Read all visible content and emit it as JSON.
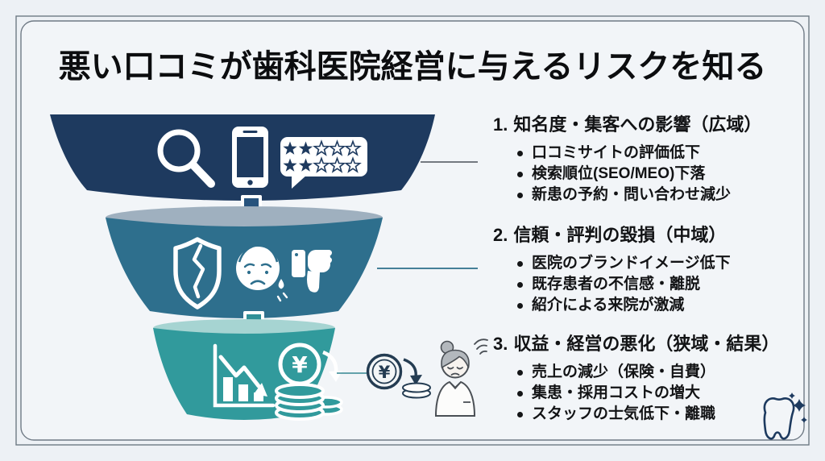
{
  "title": "悪い口コミが歯科医院経営に与えるリスクを知る",
  "sections": [
    {
      "number": "1.",
      "heading": "知名度・集客への影響（広域）",
      "bullets": [
        "口コミサイトの評価低下",
        "検索順位(SEO/MEO)下落",
        "新患の予約・問い合わせ減少"
      ]
    },
    {
      "number": "2.",
      "heading": "信頼・評判の毀損（中域）",
      "bullets": [
        "医院のブランドイメージ低下",
        "既存患者の不信感・離脱",
        "紹介による来院が激減"
      ]
    },
    {
      "number": "3.",
      "heading": "収益・経営の悪化（狭域・結果）",
      "bullets": [
        "売上の減少（保険・自費）",
        "集患・採用コストの増大",
        "スタッフの士気低下・離職"
      ]
    }
  ],
  "funnel": {
    "levels": [
      {
        "name": "awareness",
        "color": "#1e3a5f",
        "icons": [
          "magnifier-icon",
          "smartphone-icon",
          "review-bubble-icon"
        ]
      },
      {
        "name": "trust",
        "color": "#2e6f8d",
        "rim_color": "#9fb0bf",
        "icons": [
          "broken-shield-icon",
          "worried-face-icon",
          "thumbs-down-icon"
        ]
      },
      {
        "name": "profit",
        "color": "#319a9c",
        "rim_color": "#a6d4d2",
        "icons": [
          "declining-chart-icon",
          "yen-coin-stack-icon"
        ]
      }
    ],
    "review_stars": {
      "rows": 2,
      "filled": 2,
      "total": 5
    },
    "yen_symbol": "¥",
    "arrow_colors": [
      "#27537d",
      "#2f9097"
    ]
  },
  "outside_illustration": {
    "yen_symbol": "¥",
    "icons": [
      "yen-coin-icon",
      "money-loss-arrow-icon",
      "coin-stack-icon",
      "worried-staff-icon",
      "sigh-icon"
    ]
  },
  "logo": "tooth-sparkle-icon",
  "colors": {
    "background": "#edf1f5",
    "frame": "#6f7a85",
    "title_text": "#0c0d0f",
    "body_text": "#121315",
    "navy": "#1e3a5f",
    "steel_blue": "#2e6f8d",
    "teal": "#319a9c",
    "rim_gray": "#9fb0bf",
    "rim_teal": "#a6d4d2",
    "connector1": "#4a5058",
    "connector2": "#2c6f8a",
    "connector3": "#4f96a0"
  }
}
